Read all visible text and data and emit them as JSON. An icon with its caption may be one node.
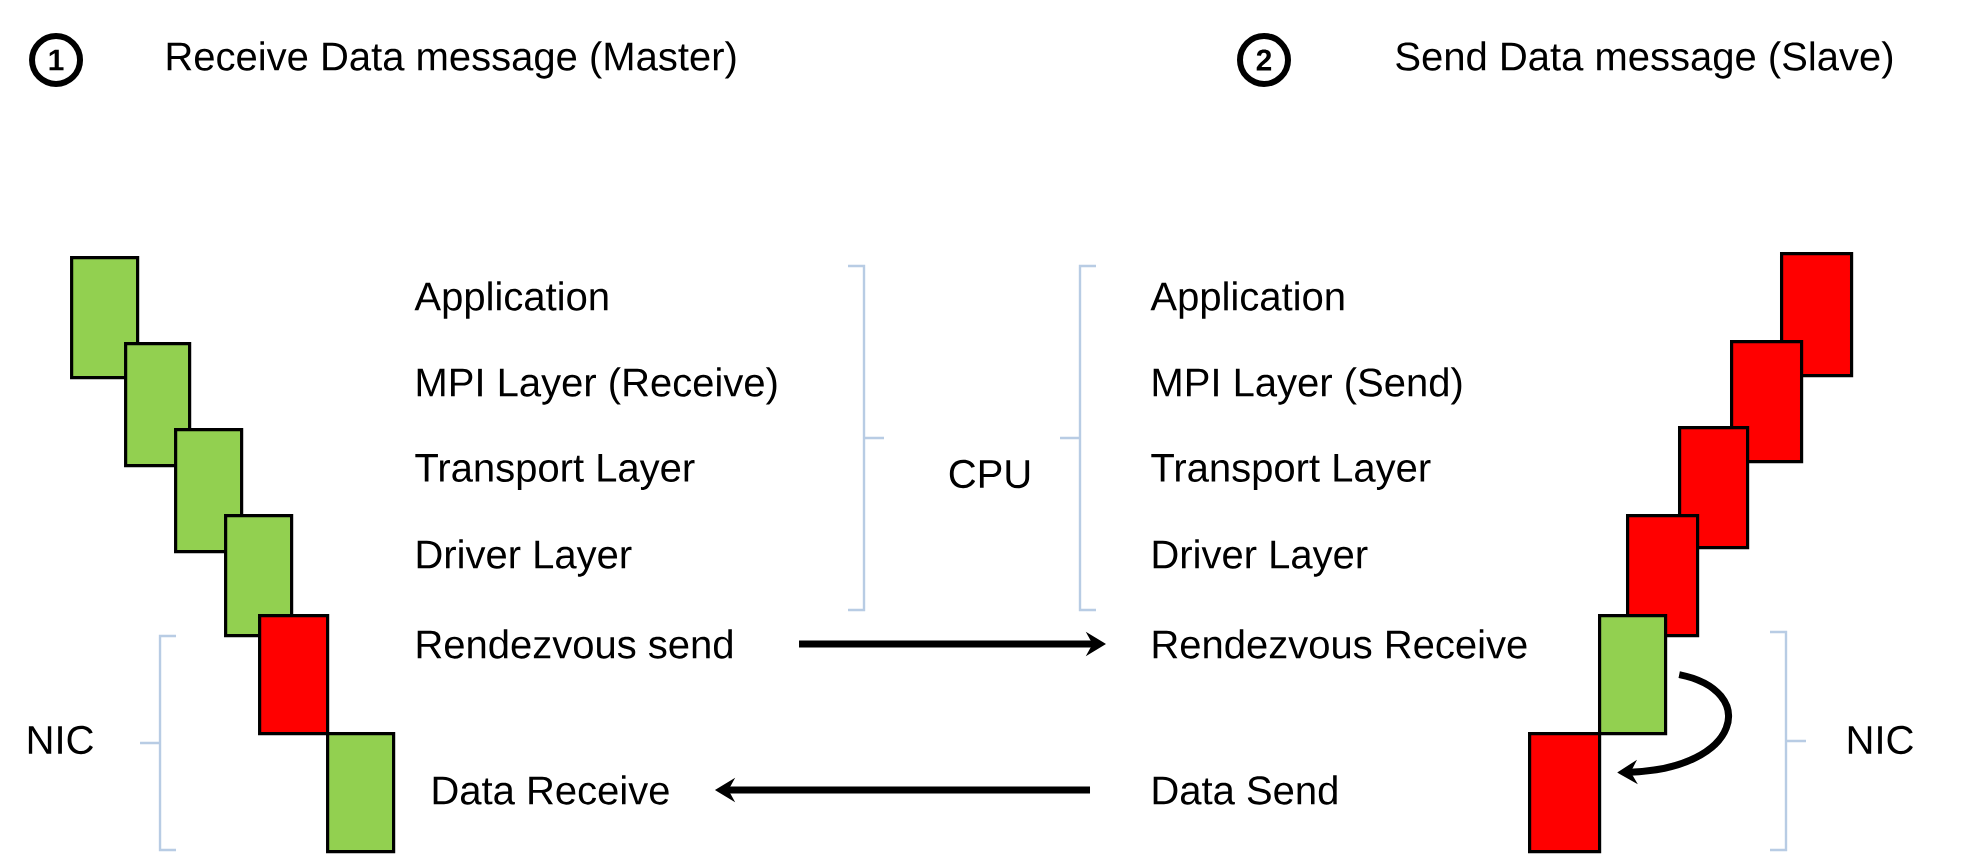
{
  "diagram": {
    "nodes": [
      {
        "text": [
          "1"
        ]
      },
      {
        "text": [
          "2"
        ]
      },
      {
        "text": [],
        "shape": "box"
      },
      {
        "text": [],
        "shape": "box"
      },
      {
        "text": [],
        "shape": "box"
      },
      {
        "text": [],
        "shape": "box"
      },
      {
        "text": [],
        "shape": "box"
      },
      {
        "text": [],
        "shape": "box"
      },
      {
        "text": [],
        "shape": "box"
      },
      {
        "text": [],
        "shape": "box"
      },
      {
        "text": [],
        "shape": "box"
      },
      {
        "text": [],
        "shape": "box"
      },
      {
        "text": [],
        "shape": "box"
      },
      {
        "text": [],
        "shape": "box"
      },
      {
        "text": [
          "Rendezvous send"
        ]
      },
      {
        "text": [
          "Rendezvous Receive"
        ]
      },
      {
        "text": [
          "Data Receive"
        ]
      },
      {
        "text": [
          "Data Send"
        ]
      }
    ],
    "edges": [
      {
        "from": 14,
        "to": 15,
        "arrow": "to"
      },
      {
        "from": 17,
        "to": 16,
        "arrow": "to"
      },
      {
        "from": 12,
        "to": 13,
        "arrow": "to"
      }
    ],
    "labels": [
      "Receive Data message (Master)",
      "Send Data message (Slave)",
      "Application",
      "MPI Layer (Receive)",
      "Transport Layer",
      "Driver Layer",
      "CPU",
      "Application",
      "MPI Layer (Send)",
      "Transport Layer",
      "Driver Layer",
      "NIC",
      "NIC"
    ]
  }
}
